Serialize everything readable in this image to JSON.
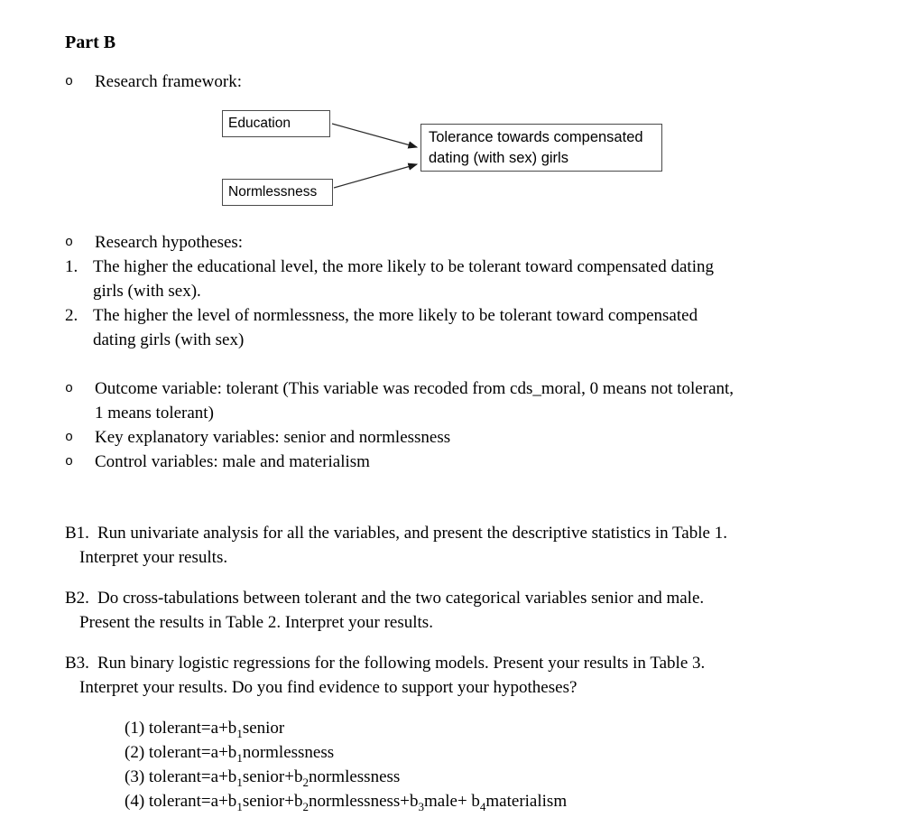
{
  "doc": {
    "title": "Part B",
    "bullet_char": "o",
    "framework": {
      "label": "Research framework:",
      "diagram": {
        "education": "Education",
        "normlessness": "Normlessness",
        "outcome_line1": "Tolerance towards compensated",
        "outcome_line2": "dating (with sex) girls"
      }
    },
    "hypotheses": {
      "label": "Research hypotheses:",
      "items": [
        {
          "num": "1.",
          "line1": "The higher the educational level, the more likely to be tolerant toward compensated dating",
          "line2": "girls (with sex)."
        },
        {
          "num": "2.",
          "line1": "The higher the level of normlessness, the more likely to be tolerant toward compensated",
          "line2": "dating girls (with sex)"
        }
      ]
    },
    "variables": {
      "outcome_line1": "Outcome variable: tolerant (This variable was recoded from cds_moral, 0 means not tolerant,",
      "outcome_line2": "1 means tolerant)",
      "key_explanatory": "Key explanatory variables: senior and normlessness",
      "control": "Control variables: male and materialism"
    },
    "tasks": [
      {
        "num": "B1.",
        "line1": "Run univariate analysis for all the variables, and present the descriptive statistics in Table 1.",
        "line2": "Interpret your results."
      },
      {
        "num": "B2.",
        "line1": "Do cross-tabulations between tolerant and the two categorical variables senior and male.",
        "line2": "Present the results in Table 2. Interpret your results."
      },
      {
        "num": "B3.",
        "line1": "Run binary logistic regressions for the following models. Present your results in Table 3.",
        "line2": "Interpret your results. Do you find evidence to support your hypotheses?"
      }
    ],
    "models": [
      "(1) tolerant=a+b₁senior",
      "(2) tolerant=a+b₁normlessness",
      "(3) tolerant=a+b₁senior+b₂normlessness",
      "(4) tolerant=a+b₁senior+b₂normlessness+b₃male+ b₄materialism"
    ],
    "colors": {
      "text": "#000000",
      "background": "#ffffff",
      "box_border": "#4a4a4a"
    }
  }
}
